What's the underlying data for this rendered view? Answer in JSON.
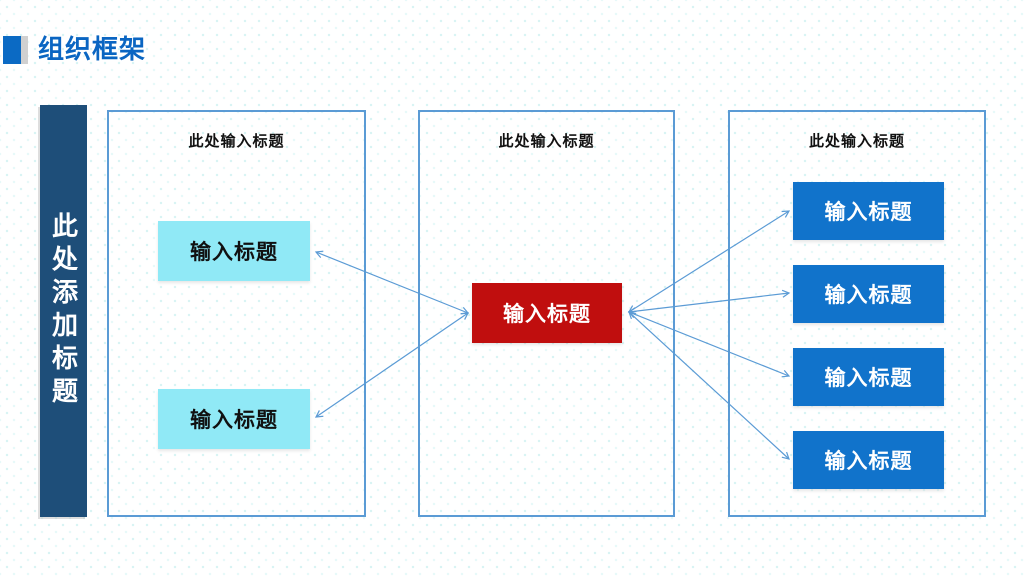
{
  "slide": {
    "title": "组织框架",
    "sidebar_title": "此处添加标题",
    "panels": [
      {
        "header": "此处输入标题",
        "boxes": [
          "输入标题",
          "输入标题"
        ]
      },
      {
        "header": "此处输入标题",
        "boxes": [
          "输入标题"
        ]
      },
      {
        "header": "此处输入标题",
        "boxes": [
          "输入标题",
          "输入标题",
          "输入标题",
          "输入标题"
        ]
      }
    ],
    "colors": {
      "title_blue": "#0a65c2",
      "sidebar_navy": "#1e4e79",
      "panel_border": "#5b9bd5",
      "cyan_fill": "#90e9f6",
      "red_fill": "#c00e0e",
      "blue_fill": "#1173cb",
      "arrow": "#5b9bd5"
    }
  }
}
